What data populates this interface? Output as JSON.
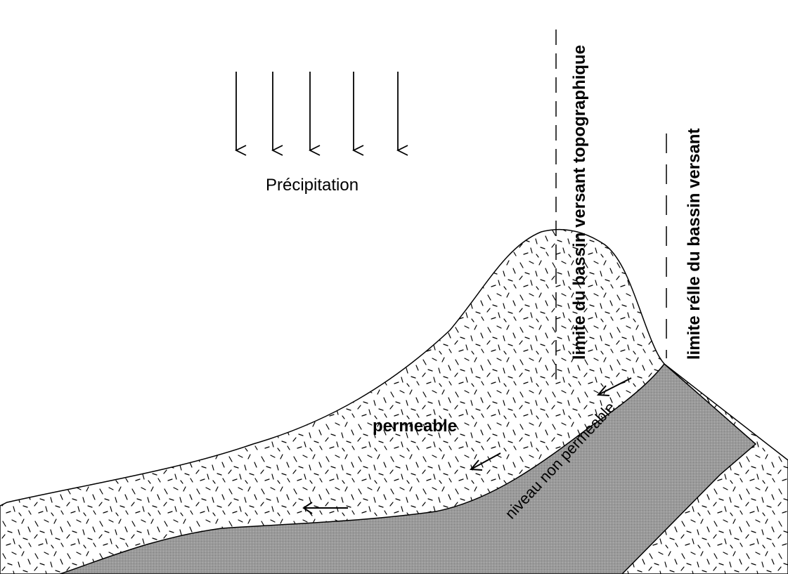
{
  "labels": {
    "precipitation": "Précipitation",
    "permeable": "permeable",
    "impermeable_layer": "niveau non permeable",
    "topographic_boundary": "limite du bassin versant topographique",
    "real_boundary": "limite rélle du bassin versant"
  },
  "colors": {
    "impermeable_fill": "#9a9a9a",
    "permeable_fill": "#ffffff",
    "stroke": "#000000"
  }
}
